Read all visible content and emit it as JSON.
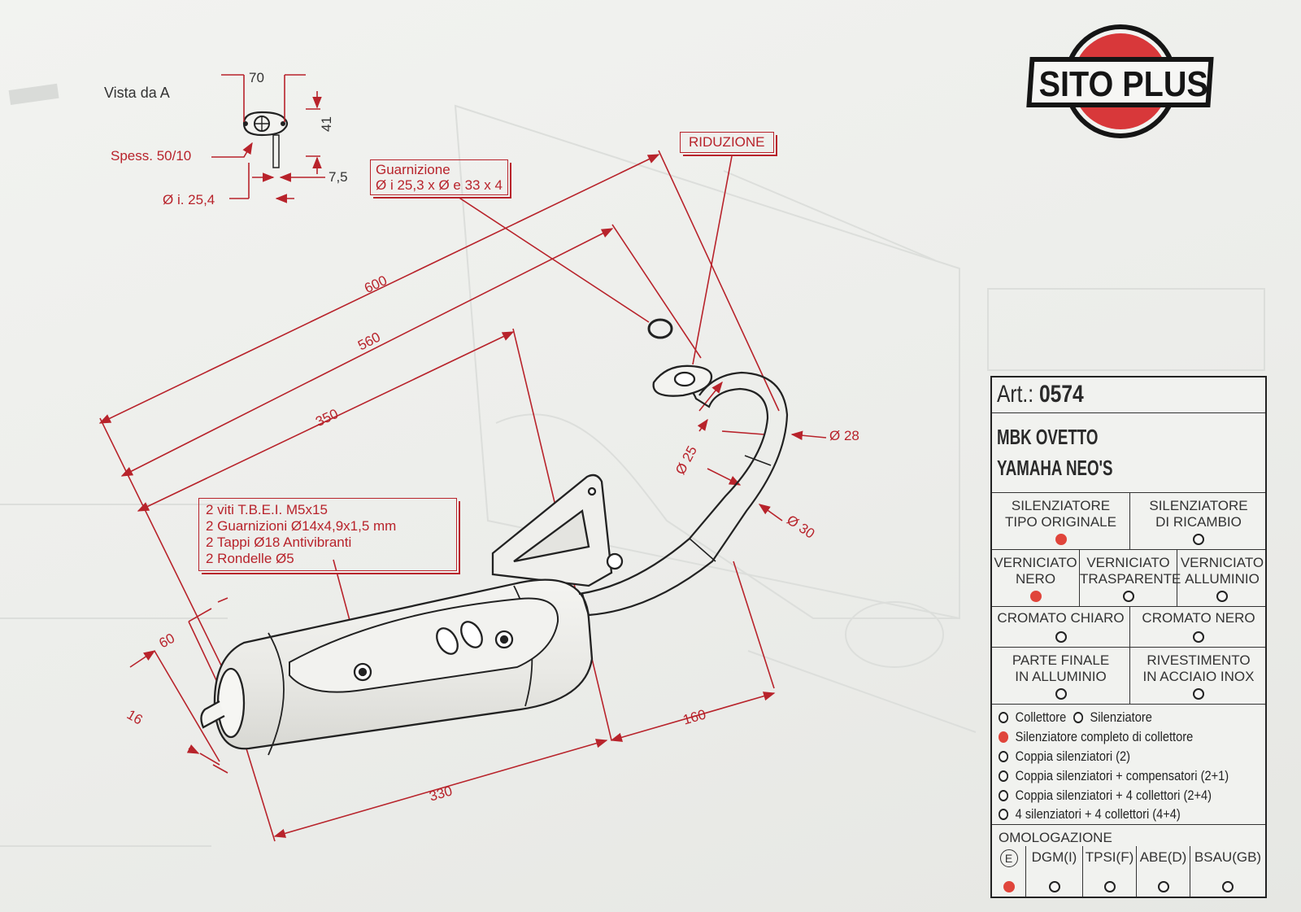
{
  "brand": {
    "name": "SITO PLUS",
    "red": "#d8383a",
    "ink": "#151515"
  },
  "view_a": {
    "title": "Vista da A",
    "dim_width": "70",
    "dim_height": "41",
    "dim_thickness_gap": "7,5",
    "thickness_label": "Spess. 50/10",
    "inner_diameter_label": "Ø i. 25,4"
  },
  "labels": {
    "gasket": [
      "Guarnizione",
      "Ø i 25,3 x Ø e 33 x 4"
    ],
    "reduction": "RIDUZIONE",
    "kit": [
      "2 viti T.B.E.I. M5x15",
      "2 Guarnizioni Ø14x4,9x1,5 mm",
      "2 Tappi Ø18 Antivibranti",
      "2 Rondelle Ø5"
    ]
  },
  "dimensions": {
    "d600": "600",
    "d560": "560",
    "d350": "350",
    "d60": "60",
    "d16": "16",
    "d330": "330",
    "d160": "160",
    "o28": "Ø 28",
    "o25": "Ø 25",
    "o30": "Ø 30"
  },
  "spec": {
    "art_prefix": "Art.:",
    "art_number": "0574",
    "models": [
      "MBK OVETTO",
      "YAMAHA NEO'S"
    ],
    "type_options": [
      {
        "label": [
          "SILENZIATORE",
          "TIPO ORIGINALE"
        ],
        "selected": true
      },
      {
        "label": [
          "SILENZIATORE",
          "DI RICAMBIO"
        ],
        "selected": false
      }
    ],
    "finish_options": [
      {
        "label": [
          "VERNICIATO",
          "NERO"
        ],
        "selected": true
      },
      {
        "label": [
          "VERNICIATO",
          "TRASPARENTE"
        ],
        "selected": false
      },
      {
        "label": [
          "VERNICIATO",
          "ALLUMINIO"
        ],
        "selected": false
      }
    ],
    "chrome_options": [
      {
        "label": [
          "CROMATO CHIARO"
        ],
        "selected": false
      },
      {
        "label": [
          "CROMATO NERO"
        ],
        "selected": false
      }
    ],
    "material_options": [
      {
        "label": [
          "PARTE FINALE",
          "IN ALLUMINIO"
        ],
        "selected": false
      },
      {
        "label": [
          "RIVESTIMENTO",
          "IN ACCIAIO INOX"
        ],
        "selected": false
      }
    ],
    "components": {
      "collettore": {
        "label": "Collettore",
        "selected": false
      },
      "silenziatore": {
        "label": "Silenziatore",
        "selected": false
      },
      "list": [
        {
          "label": "Silenziatore completo di collettore",
          "selected": true
        },
        {
          "label": "Coppia silenziatori (2)",
          "selected": false
        },
        {
          "label": "Coppia silenziatori + compensatori (2+1)",
          "selected": false
        },
        {
          "label": "Coppia silenziatori + 4 collettori (2+4)",
          "selected": false
        },
        {
          "label": "4 silenziatori + 4 collettori (4+4)",
          "selected": false
        }
      ]
    },
    "homologation_title": "OMOLOGAZIONE",
    "homologation": [
      {
        "label": "E",
        "selected": true
      },
      {
        "label": "DGM(I)",
        "selected": false
      },
      {
        "label": "TPSI(F)",
        "selected": false
      },
      {
        "label": "ABE(D)",
        "selected": false
      },
      {
        "label": "BSAU(GB)",
        "selected": false
      }
    ]
  }
}
